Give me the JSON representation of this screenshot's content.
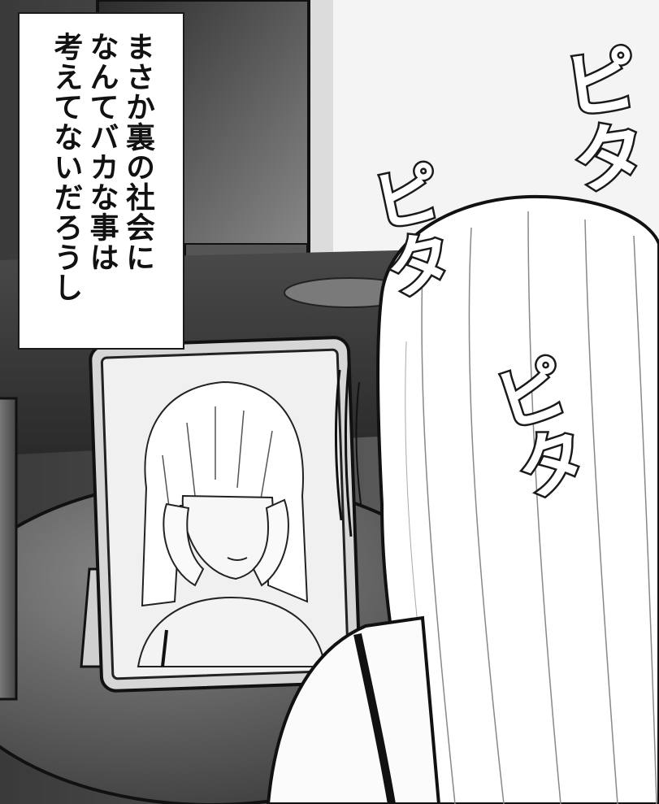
{
  "caption": {
    "lines": [
      "まさか裏の社会に",
      "なんてバカな事は",
      "考えてないだろうし"
    ]
  },
  "sound_effects": [
    "ピタ",
    "ピタ",
    "ピタ"
  ]
}
